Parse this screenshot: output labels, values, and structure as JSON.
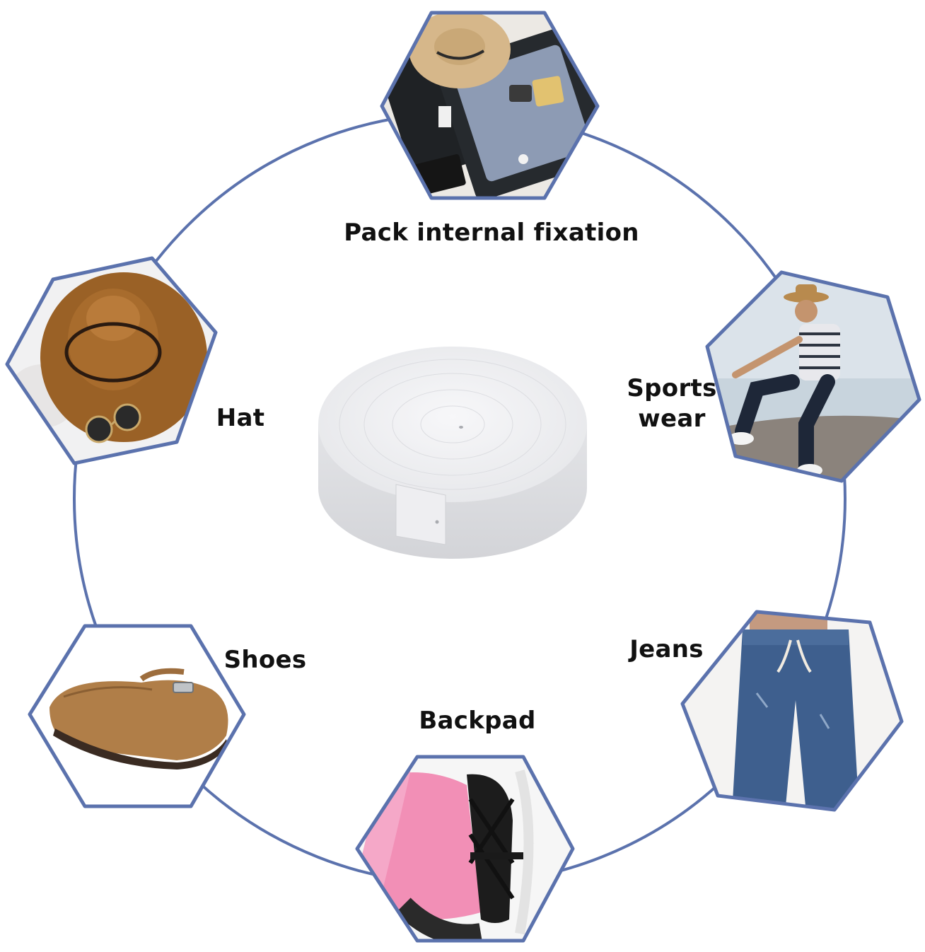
{
  "colors": {
    "ring": "#5b72ad",
    "background": "#ffffff",
    "label": "#111111"
  },
  "labels": {
    "pack": "Pack internal fixation",
    "hat": "Hat",
    "sports_line1": "Sports",
    "sports_line2": "wear",
    "jeans": "Jeans",
    "shoes": "Shoes",
    "backpad": "Backpad"
  }
}
